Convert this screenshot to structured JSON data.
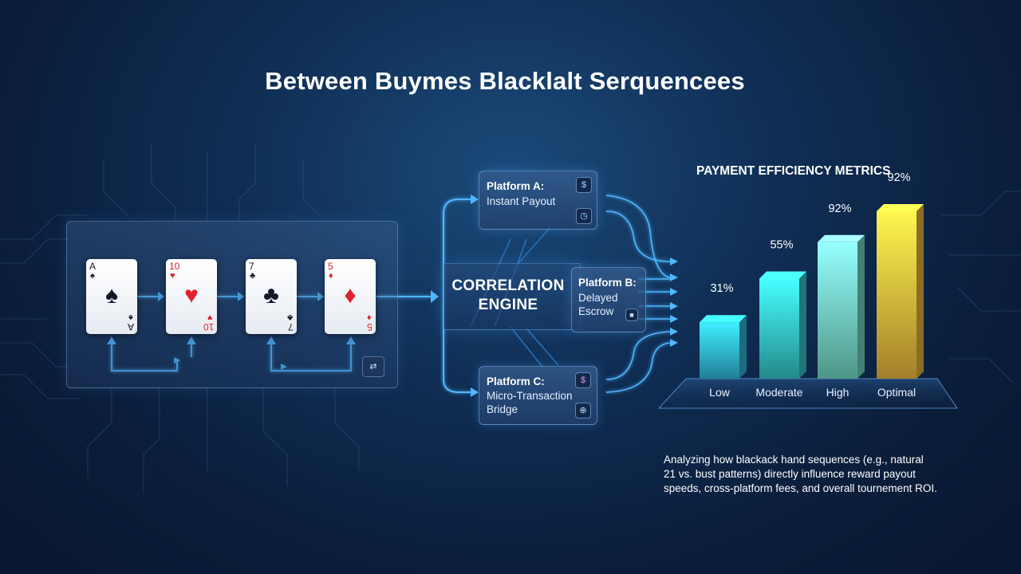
{
  "title": "Between Buymes Blacklalt Serquencees",
  "hand": {
    "cards": [
      {
        "rank": "A",
        "rank_bottom": "A",
        "suit": "♠",
        "color": "black"
      },
      {
        "rank": "10",
        "rank_bottom": "10",
        "suit": "♥",
        "color": "red"
      },
      {
        "rank": "7",
        "rank_bottom": "7",
        "suit": "♣",
        "color": "black"
      },
      {
        "rank": "5",
        "rank_bottom": "5",
        "suit": "♦",
        "color": "red"
      }
    ],
    "sequence_icon": "card-swap-icon"
  },
  "engine": {
    "line1": "CORRELATION",
    "line2": "ENGINE"
  },
  "platforms": [
    {
      "title": "Platform A:",
      "lines": [
        "Instant Payout"
      ],
      "icons": [
        "dollar-icon",
        "clock-icon"
      ]
    },
    {
      "title": "Platform B:",
      "lines": [
        "Delayed",
        "Escrow"
      ],
      "icons": [
        "lock-icon"
      ]
    },
    {
      "title": "Platform C:",
      "lines": [
        "Micro-Transaction",
        "Bridge"
      ],
      "icons": [
        "coin-icon",
        "globe-icon"
      ]
    }
  ],
  "chart_data": {
    "type": "bar",
    "title": "PAYMENT EFFICIENCY METRICS",
    "categories": [
      "Low",
      "Moderate",
      "High",
      "Optimal"
    ],
    "value_labels": [
      "31%",
      "55%",
      "92%",
      "92%"
    ],
    "values": [
      31,
      55,
      75,
      92
    ],
    "colors": [
      "#2fb2d6",
      "#34c3c6",
      "#6fd6c0",
      "#e9b63a"
    ]
  },
  "caption": {
    "line1": "Analyzing how blackack hand sequences (e.g., natural",
    "line2": "21 vs. bust patterns) directly influence reward payout",
    "line3": "speeds, cross-platform fees, and overall tournement ROI."
  }
}
